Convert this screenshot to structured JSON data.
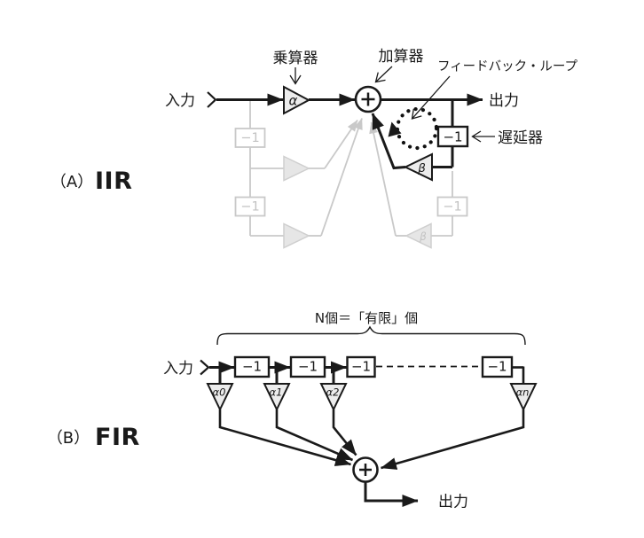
{
  "colors": {
    "ink": "#1a1a1a",
    "faded": "#c9c9c9",
    "triangle_fill": "#ececec",
    "background": "#ffffff"
  },
  "section_a": {
    "index_label": "（A）",
    "name": "IIR",
    "input_label": "入力",
    "output_label": "出力",
    "multiplier_callout": "乗算器",
    "adder_callout": "加算器",
    "feedback_callout": "フィードバック・ループ",
    "delay_callout": "遅延器",
    "multiplier_coeff": "α",
    "feedback_coeff": "β",
    "faded_feedback_coeff": "β",
    "delay_value": "−1",
    "faded_delay_values": [
      "−1",
      "−1",
      "−1"
    ]
  },
  "section_b": {
    "index_label": "（B）",
    "name": "FIR",
    "count_annotation": "N個＝「有限」個",
    "input_label": "入力",
    "output_label": "出力",
    "delay_values": [
      "−1",
      "−1",
      "−1",
      "−1"
    ],
    "tap_coeffs": [
      "α0",
      "α1",
      "α2",
      "αn"
    ]
  }
}
